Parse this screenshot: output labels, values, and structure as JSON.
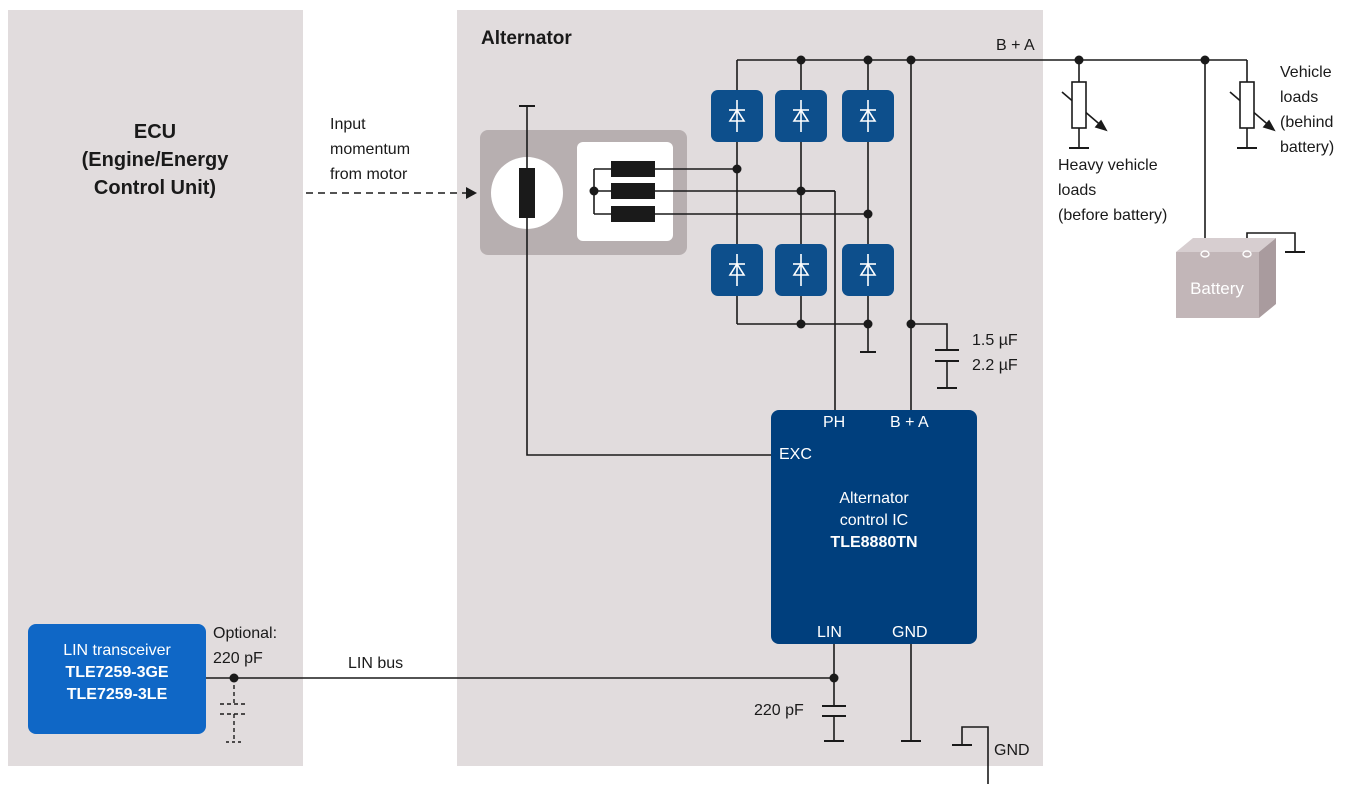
{
  "ecu": {
    "title_line1": "ECU",
    "title_line2": "(Engine/Energy",
    "title_line3": "Control Unit)"
  },
  "alternator": {
    "title": "Alternator"
  },
  "input": {
    "line1": "Input",
    "line2": "momentum",
    "line3": "from motor"
  },
  "ic": {
    "pin_ph": "PH",
    "pin_ba": "B + A",
    "pin_exc": "EXC",
    "pin_lin": "LIN",
    "pin_gnd": "GND",
    "name_line1": "Alternator",
    "name_line2": "control IC",
    "part": "TLE8880TN"
  },
  "lin_transceiver": {
    "name": "LIN transceiver",
    "part1": "TLE7259-3GE",
    "part2": "TLE7259-3LE"
  },
  "labels": {
    "optional_line1": "Optional:",
    "optional_line2": "220 pF",
    "lin_bus": "LIN bus",
    "lin_cap": "220 pF",
    "cap1": "1.5 µF",
    "cap2": "2.2 µF",
    "bus_ba": "B + A",
    "gnd": "GND",
    "heavy_line1": "Heavy vehicle",
    "heavy_line2": "loads",
    "heavy_line3": "(before battery)",
    "vehicle_line1": "Vehicle",
    "vehicle_line2": "loads",
    "vehicle_line3": "(behind",
    "vehicle_line4": "battery)",
    "battery": "Battery"
  },
  "colors": {
    "panel": "#e1dcdd",
    "ecu_panel": "#e1dcdd",
    "rotor_box": "#b7afb0",
    "diode": "#0d4f8c",
    "ic": "#003f7d",
    "lin_transceiver": "#0f67c6",
    "battery": "#c2b6b8",
    "wire": "#1a1a1a"
  }
}
